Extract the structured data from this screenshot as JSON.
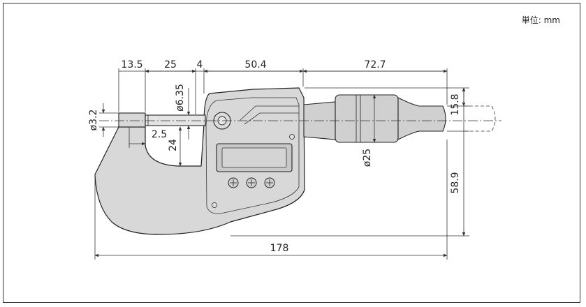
{
  "unit_label": "単位: mm",
  "dimensions": {
    "anvil_length": "13.5",
    "range": "25",
    "spindle_gap": "4",
    "frame_length": "50.4",
    "sleeve_length": "72.7",
    "anvil_diameter": "ø3.2",
    "spindle_diameter": "ø6.35",
    "face_offset": "2.5",
    "throat_depth": "24",
    "thimble_height": "15.8",
    "thimble_diameter": "ø25",
    "total_height": "58.9",
    "total_length": "178"
  },
  "colors": {
    "frame_fill": "#d8d8d8",
    "thimble_fill": "#d0d0d0",
    "display_fill": "#c8c8c8",
    "line": "#222222"
  }
}
